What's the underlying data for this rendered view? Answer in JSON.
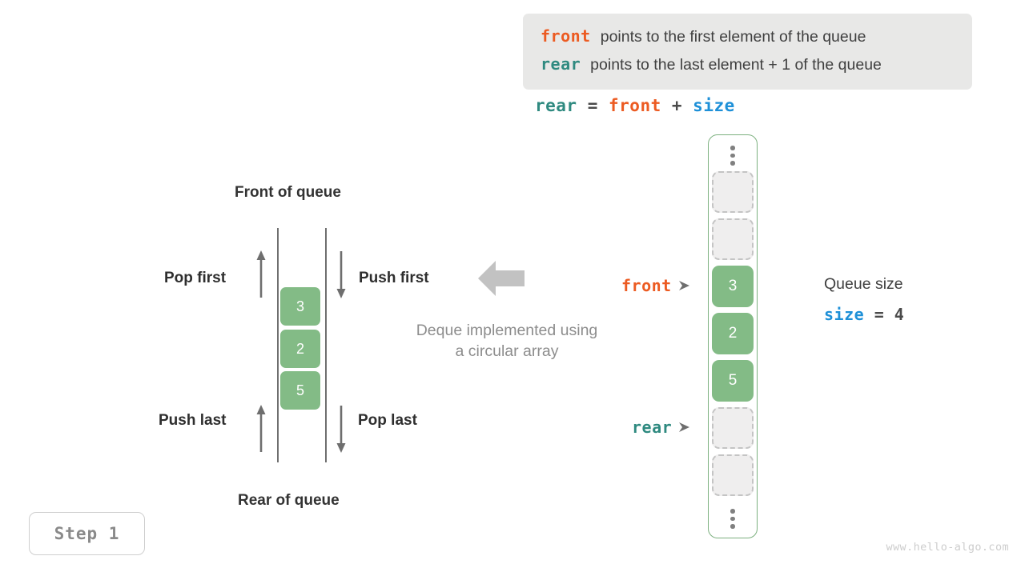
{
  "legend": {
    "rows": [
      {
        "keyword": "front",
        "keyword_color": "#ec5b22",
        "text": "points to the first element of the queue"
      },
      {
        "keyword": "rear",
        "keyword_color": "#2f8a80",
        "text": "points to the last element + 1 of the queue"
      }
    ]
  },
  "equation": {
    "lhs": "rear",
    "eq": "=",
    "rhs1": "front",
    "plus": "+",
    "rhs2": "size"
  },
  "deque": {
    "title_top": "Front of queue",
    "title_bottom": "Rear of queue",
    "cells": [
      {
        "value": "3"
      },
      {
        "value": "2"
      },
      {
        "value": "5"
      }
    ],
    "operations": [
      {
        "name": "pop-first",
        "label": "Pop first",
        "direction": "up"
      },
      {
        "name": "push-first",
        "label": "Push first",
        "direction": "down"
      },
      {
        "name": "push-last",
        "label": "Push last",
        "direction": "up"
      },
      {
        "name": "pop-last",
        "label": "Pop last",
        "direction": "down"
      }
    ],
    "caption_line1": "Deque implemented using",
    "caption_line2": "a circular array"
  },
  "array": {
    "cells": [
      {
        "kind": "empty",
        "value": ""
      },
      {
        "kind": "empty",
        "value": ""
      },
      {
        "kind": "filled",
        "value": "3"
      },
      {
        "kind": "filled",
        "value": "2"
      },
      {
        "kind": "filled",
        "value": "5"
      },
      {
        "kind": "empty",
        "value": ""
      },
      {
        "kind": "empty",
        "value": ""
      }
    ],
    "pointers": [
      {
        "name": "front",
        "label": "front",
        "color": "#ec5b22"
      },
      {
        "name": "rear",
        "label": "rear",
        "color": "#2f8a80"
      }
    ],
    "border_color": "#7cb07f",
    "filled_color": "#83bb86"
  },
  "info": {
    "queue_size_label": "Queue size",
    "size_keyword": "size",
    "size_eq": "=",
    "size_value": "4"
  },
  "step": {
    "label": "Step  1"
  },
  "watermark": "www.hello-algo.com"
}
